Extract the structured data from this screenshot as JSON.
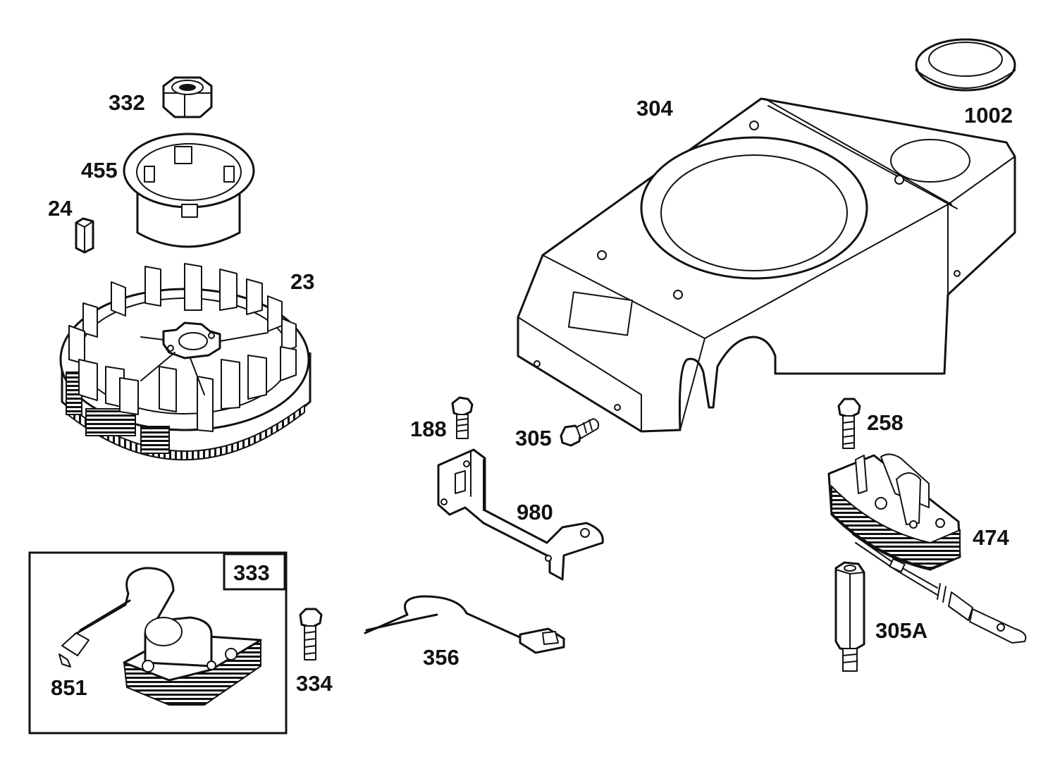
{
  "parts": {
    "p332": "332",
    "p455": "455",
    "p24": "24",
    "p23": "23",
    "p304": "304",
    "p1002": "1002",
    "p188": "188",
    "p305": "305",
    "p980": "980",
    "p258": "258",
    "p474": "474",
    "p305A": "305A",
    "p333": "333",
    "p851": "851",
    "p334": "334",
    "p356": "356"
  },
  "colors": {
    "line": "#111111",
    "background": "#ffffff"
  }
}
